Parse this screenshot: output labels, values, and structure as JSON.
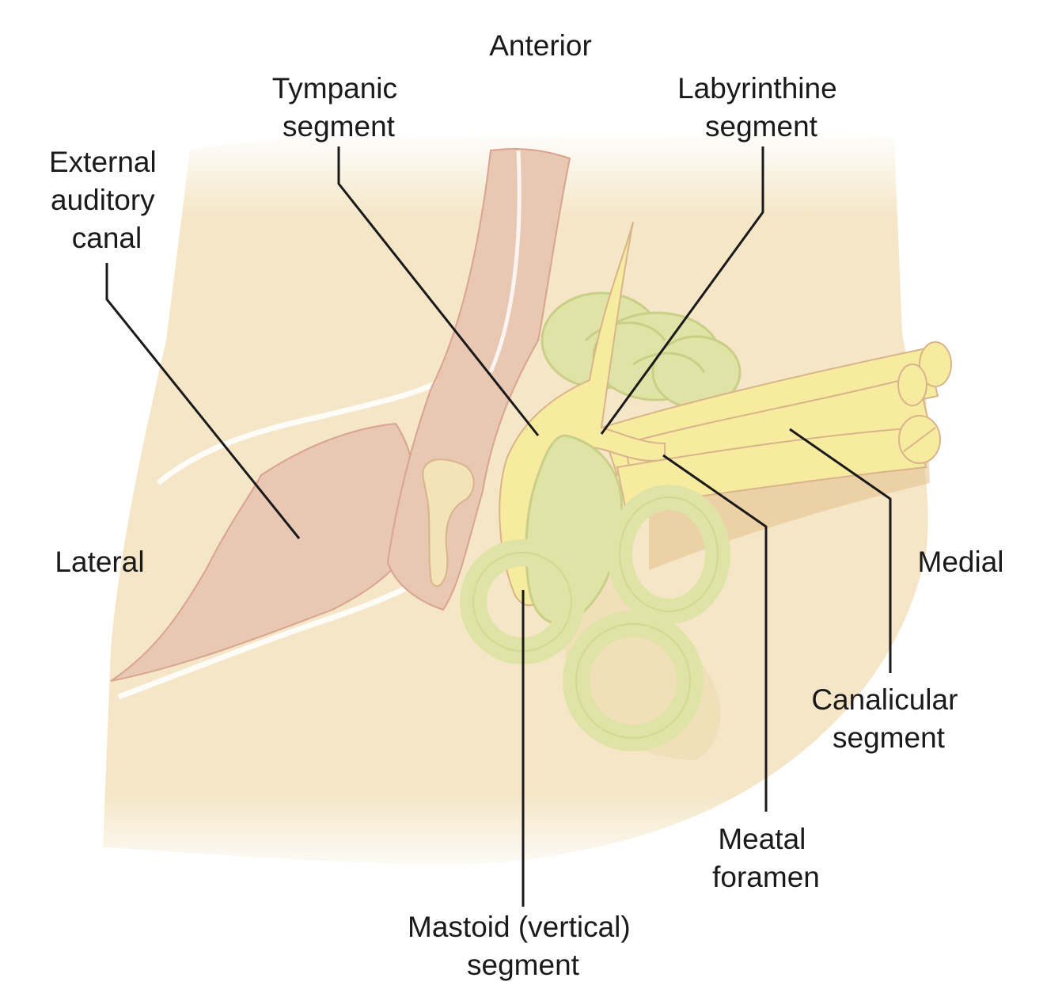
{
  "orientation": {
    "anterior": "Anterior",
    "lateral": "Lateral",
    "medial": "Medial"
  },
  "labels": {
    "tympanic": [
      "Tympanic",
      "segment"
    ],
    "labyrinthine": [
      "Labyrinthine",
      "segment"
    ],
    "external_canal": [
      "External",
      "auditory",
      "canal"
    ],
    "canalicular": [
      "Canalicular",
      "segment"
    ],
    "meatal": [
      "Meatal",
      "foramen"
    ],
    "mastoid": [
      "Mastoid (vertical)",
      "segment"
    ]
  },
  "colors": {
    "bone": "#f4e6c6",
    "canal": "#e8c7b3",
    "nerve": "#f7eba0",
    "labyrinth": "#dfe4a6",
    "outline": "#d9b48a"
  }
}
